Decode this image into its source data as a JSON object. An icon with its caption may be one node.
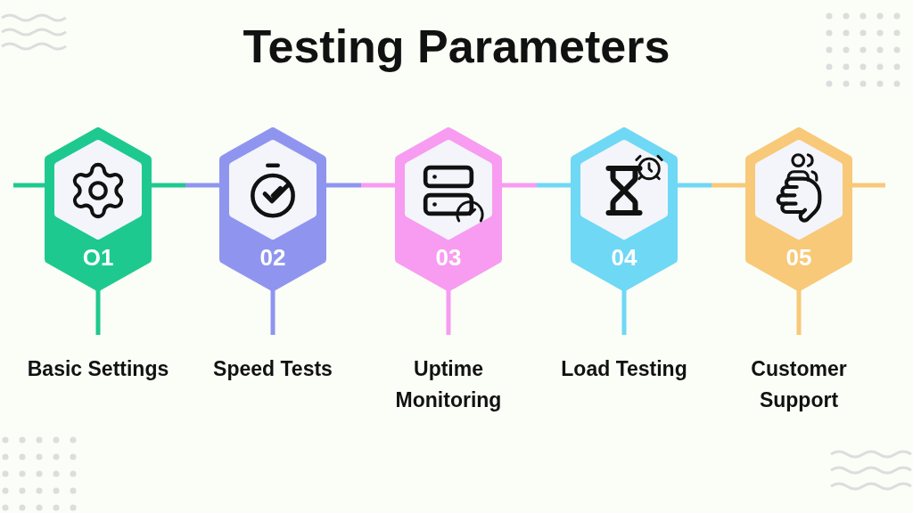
{
  "diagram": {
    "title": "Testing Parameters",
    "nodes": [
      {
        "text": [
          "O1"
        ]
      },
      {
        "text": [
          "02"
        ]
      },
      {
        "text": [
          "03"
        ]
      },
      {
        "text": [
          "04"
        ]
      },
      {
        "text": [
          "05"
        ]
      },
      {
        "text": [
          "Basic Settings"
        ]
      },
      {
        "text": [
          "Speed Tests"
        ]
      },
      {
        "text": [
          "Uptime Monitoring"
        ]
      },
      {
        "text": [
          "Load Testing"
        ]
      },
      {
        "text": [
          "Customer Support"
        ]
      }
    ],
    "edges": [
      {
        "from": null,
        "to": 0,
        "arrow": "none"
      },
      {
        "from": 0,
        "to": 1,
        "arrow": "none"
      },
      {
        "from": 1,
        "to": 2,
        "arrow": "none"
      },
      {
        "from": 2,
        "to": 3,
        "arrow": "none"
      },
      {
        "from": 3,
        "to": 4,
        "arrow": "none"
      },
      {
        "from": 4,
        "to": null,
        "arrow": "none"
      },
      {
        "from": 0,
        "to": 5,
        "arrow": "none"
      },
      {
        "from": 1,
        "to": 6,
        "arrow": "none"
      },
      {
        "from": 2,
        "to": 7,
        "arrow": "none"
      },
      {
        "from": 3,
        "to": 8,
        "arrow": "none"
      },
      {
        "from": 4,
        "to": 9,
        "arrow": "none"
      }
    ]
  }
}
